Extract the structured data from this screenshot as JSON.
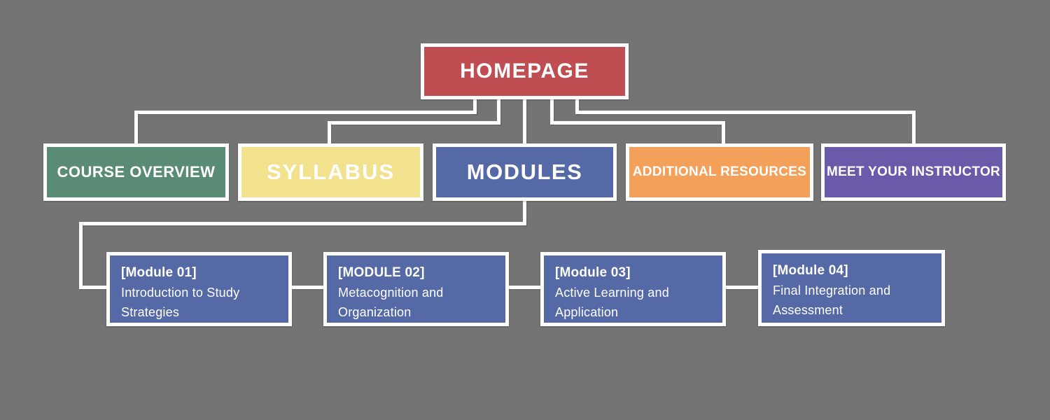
{
  "diagram": {
    "background_color": "#757474",
    "connector_color": "#ffffff",
    "text_color": "#ffffff",
    "nodes": {
      "homepage": {
        "label": "HOMEPAGE",
        "color": "#bf4d52"
      },
      "course_overview": {
        "label": "COURSE OVERVIEW",
        "color": "#5a8b74"
      },
      "syllabus": {
        "label": "SYLLABUS",
        "color": "#f2e18d"
      },
      "modules": {
        "label": "MODULES",
        "color": "#5569a7"
      },
      "additional_resources": {
        "label": "ADDITIONAL RESOURCES",
        "color": "#f2a05a"
      },
      "meet_your_instructor": {
        "label": "MEET YOUR INSTRUCTOR",
        "color": "#6a5aa9"
      },
      "module_01": {
        "tag": "[Module 01]",
        "title": "Introduction to Study Strategies",
        "color": "#5569a7"
      },
      "module_02": {
        "tag": "[MODULE 02]",
        "title": "Metacognition and Organization",
        "color": "#5569a7"
      },
      "module_03": {
        "tag": "[Module 03]",
        "title": "Active Learning and Application",
        "color": "#5569a7"
      },
      "module_04": {
        "tag": "[Module 04]",
        "title": "Final Integration and Assessment",
        "color": "#5569a7"
      }
    }
  }
}
